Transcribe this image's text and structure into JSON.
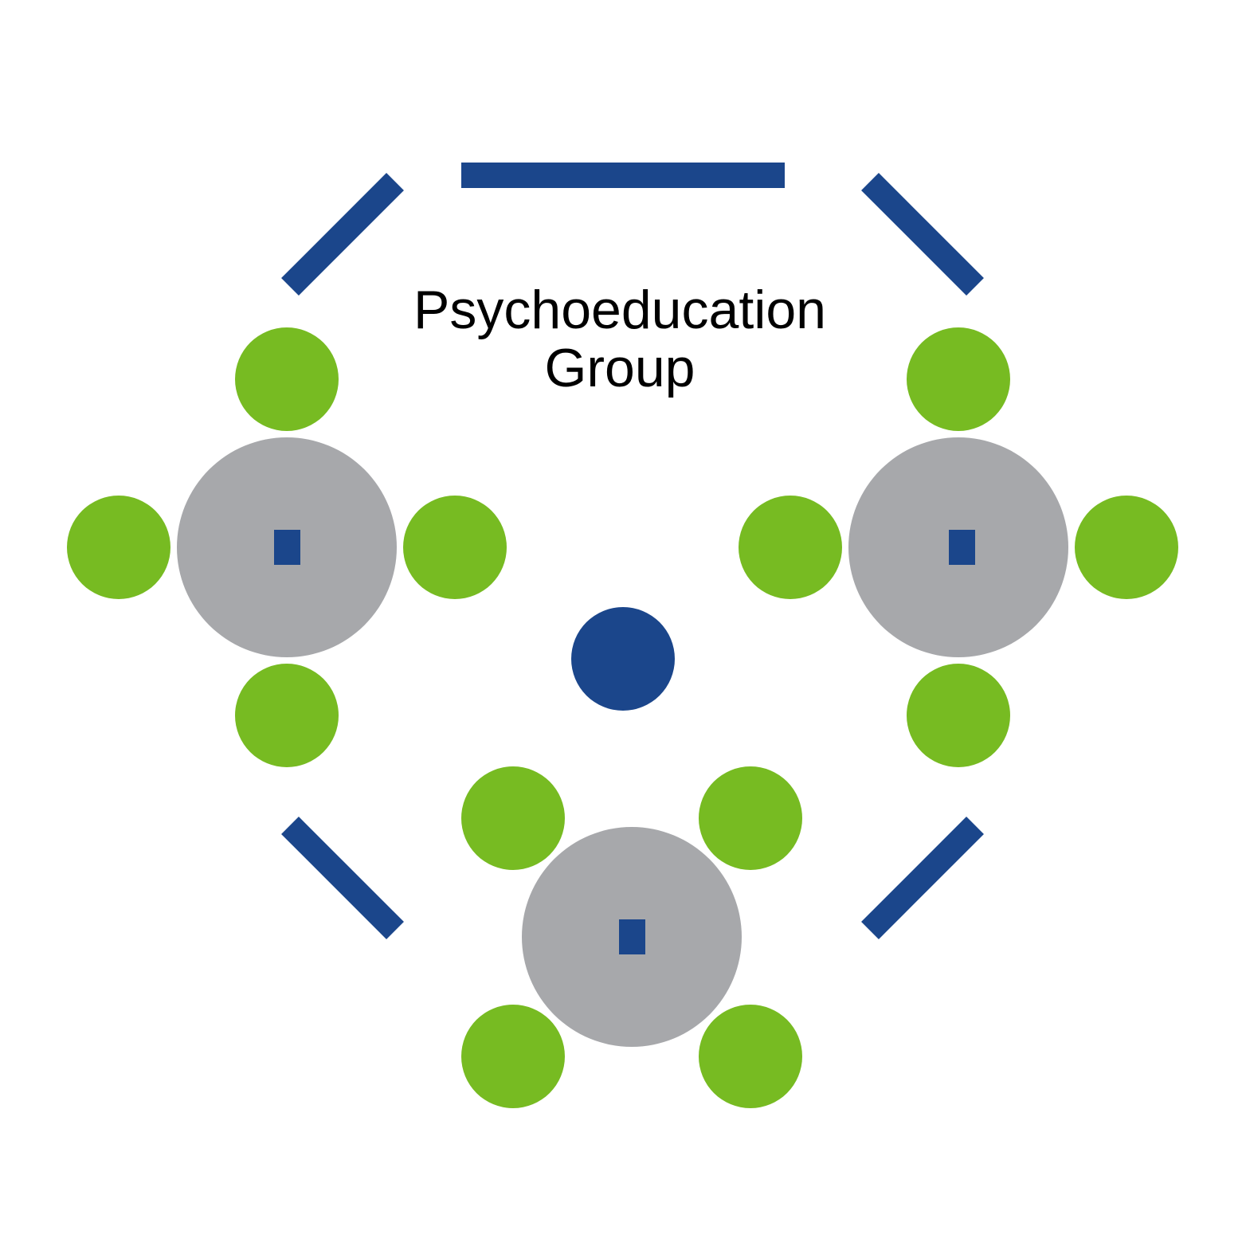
{
  "diagram": {
    "title_line1": "Psychoeducation",
    "title_line2": "Group"
  },
  "colors": {
    "background": "#ffffff",
    "wall": "#1b468b",
    "table": "#a7a8ab",
    "participant": "#77bb22",
    "table_marker": "#1b468b",
    "facilitator": "#1b468b"
  },
  "legend_semantics": {
    "walls": "wall-segment",
    "tables": "table",
    "participants": "participant-seat",
    "facilitator": "facilitator-seat"
  }
}
